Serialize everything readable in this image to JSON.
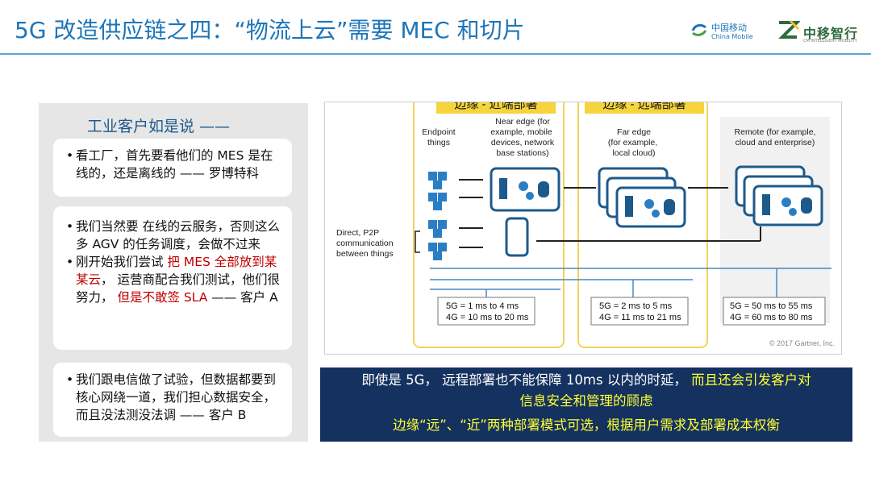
{
  "title": "5G 改造供应链之四：“物流上云”需要 MEC 和切片",
  "logos": {
    "china_mobile_cn": "中国移动",
    "china_mobile_en": "China Mobile",
    "zy_cn": "中移智行",
    "zy_en": "CM INTELLIGENT MOBILITY"
  },
  "left": {
    "heading": "工业客户如是说 ——",
    "card1": {
      "text": "看工厂，首先要看他们的 MES 是在线的，还是离线的 —— 罗博特科"
    },
    "card2": {
      "item1_a": "我们当然要 ",
      "item1_b": "在线的云服务",
      "item1_c": "，否则这么多 ",
      "item1_d": "AGV 的任务调度",
      "item1_e": "，会做不过来",
      "item2_a": "刚开始我们尝试 ",
      "item2_red1": "把 MES 全部放到某某云",
      "item2_b": "， 运营商配合我们测试，他们很努力，  ",
      "item2_red2": "但是不敢签 SLA",
      "item2_c": " —— 客户 A"
    },
    "card3": {
      "a": "我们跟电信做了试验，但数据都要到核心网绕一道，",
      "b": "我们担心数据安全，而且没法测没法调 —— 客户 B"
    }
  },
  "diagram": {
    "near_label": "边缘 - 近端部署",
    "far_label": "边缘 - 远端部署",
    "endpoint": [
      "Endpoint",
      "things"
    ],
    "near_edge": [
      "Near edge (for",
      "example, mobile",
      "devices, network",
      "base stations)"
    ],
    "far_edge": [
      "Far edge",
      "(for example,",
      "local cloud)"
    ],
    "remote": [
      "Remote (for example,",
      "cloud and enterprise)"
    ],
    "p2p": [
      "Direct, P2P",
      "communication",
      "between things"
    ],
    "lat_near": [
      "5G = 1 ms to 4 ms",
      "4G = 10 ms to 20 ms"
    ],
    "lat_far": [
      "5G = 2 ms to 5 ms",
      "4G = 11 ms to 21 ms"
    ],
    "lat_remote": [
      "5G = 50 ms to 55 ms",
      "4G = 60 ms to 80 ms"
    ],
    "copyright": "© 2017 Gartner, Inc."
  },
  "banner": {
    "line1": "即使是 5G， 远程部署也不能保障 10ms 以内的时延，",
    "line1_yellow": " 而且还会引发客户对",
    "line2": "信息安全和管理的顾虑",
    "line3": "边缘“远”、“近”两种部署模式可选，根据用户需求及部署成本权衡"
  },
  "colors": {
    "title_blue": "#1d75b8",
    "accent_red": "#c00000",
    "banner_navy": "#14315f",
    "banner_yellow": "#ffff33",
    "highlight_yellow": "#f6d43c"
  }
}
